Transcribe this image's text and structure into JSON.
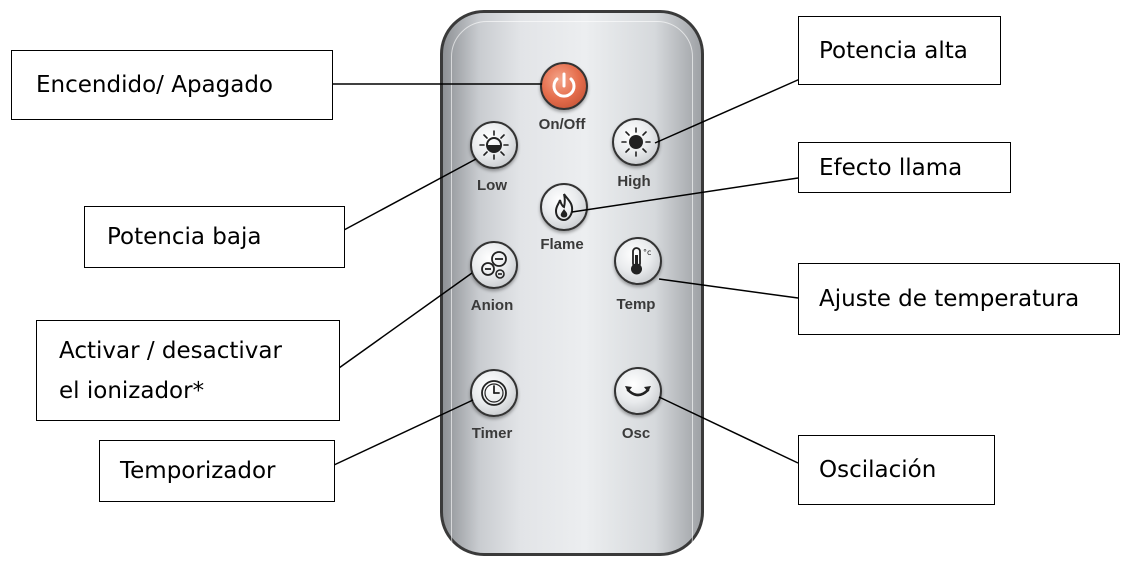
{
  "remote": {
    "buttons": [
      {
        "id": "on-off",
        "label": "On/Off",
        "icon": "power-icon"
      },
      {
        "id": "low",
        "label": "Low",
        "icon": "sun-low-icon"
      },
      {
        "id": "high",
        "label": "High",
        "icon": "sun-high-icon"
      },
      {
        "id": "flame",
        "label": "Flame",
        "icon": "flame-icon"
      },
      {
        "id": "anion",
        "label": "Anion",
        "icon": "anion-icon"
      },
      {
        "id": "temp",
        "label": "Temp",
        "icon": "thermometer-icon"
      },
      {
        "id": "timer",
        "label": "Timer",
        "icon": "clock-icon"
      },
      {
        "id": "osc",
        "label": "Osc",
        "icon": "oscillation-icon"
      }
    ]
  },
  "callouts": {
    "encendido": "Encendido/ Apagado",
    "potencia_alta": "Potencia alta",
    "efecto_llama": "Efecto llama",
    "potencia_baja": "Potencia baja",
    "ajuste_temperatura": "Ajuste de temperatura",
    "ionizador_line1": "Activar / desactivar",
    "ionizador_line2": "el ionizador*",
    "temporizador": "Temporizador",
    "oscilacion": "Oscilación"
  },
  "colors": {
    "power_button": "#e56d4c",
    "remote_body": "#dfe1e4"
  }
}
